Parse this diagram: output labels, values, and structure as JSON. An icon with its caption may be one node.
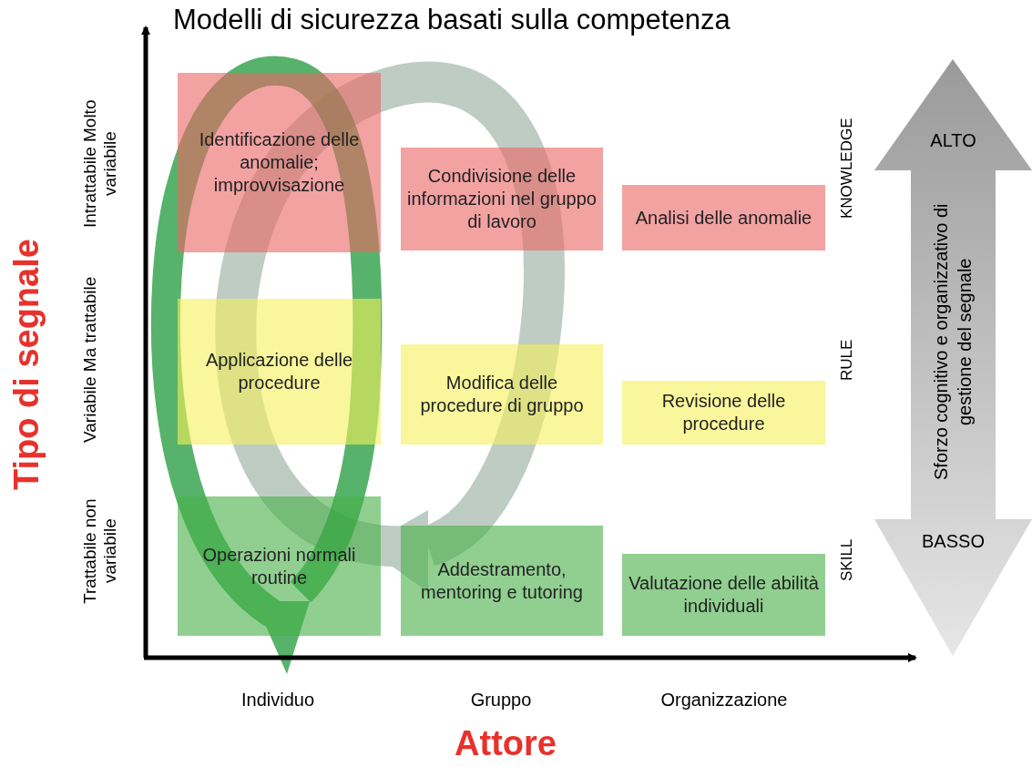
{
  "diagram": {
    "title": "Modelli di sicurezza basati sulla competenza",
    "nodes": [
      {
        "text": [
          "Identificazione delle anomalie; improvvisazione"
        ]
      },
      {
        "text": [
          "Condivisione delle informazioni nel gruppo di lavoro"
        ]
      },
      {
        "text": [
          "Analisi delle anomalie"
        ]
      },
      {
        "text": [
          "Applicazione delle procedure"
        ]
      },
      {
        "text": [
          "Modifica delle procedure di gruppo"
        ]
      },
      {
        "text": [
          "Revisione delle procedure"
        ]
      },
      {
        "text": [
          "Operazioni normali routine"
        ]
      },
      {
        "text": [
          "Addestramento, mentoring e tutoring"
        ]
      },
      {
        "text": [
          "Valutazione delle abilità individuali"
        ]
      },
      {
        "text": [
          "ALTO",
          "Sforzo cognitivo e organizzativo di gestione del segnale",
          "BASSO"
        ]
      }
    ],
    "edges": [],
    "labels": [
      "Tipo di segnale",
      "Intrattabile Molto variabile",
      "Variabile Ma trattabile",
      "Trattabile non variabile",
      "KNOWLEDGE",
      "RULE",
      "SKILL",
      "Individuo",
      "Gruppo",
      "Organizzazione",
      "Attore"
    ]
  }
}
